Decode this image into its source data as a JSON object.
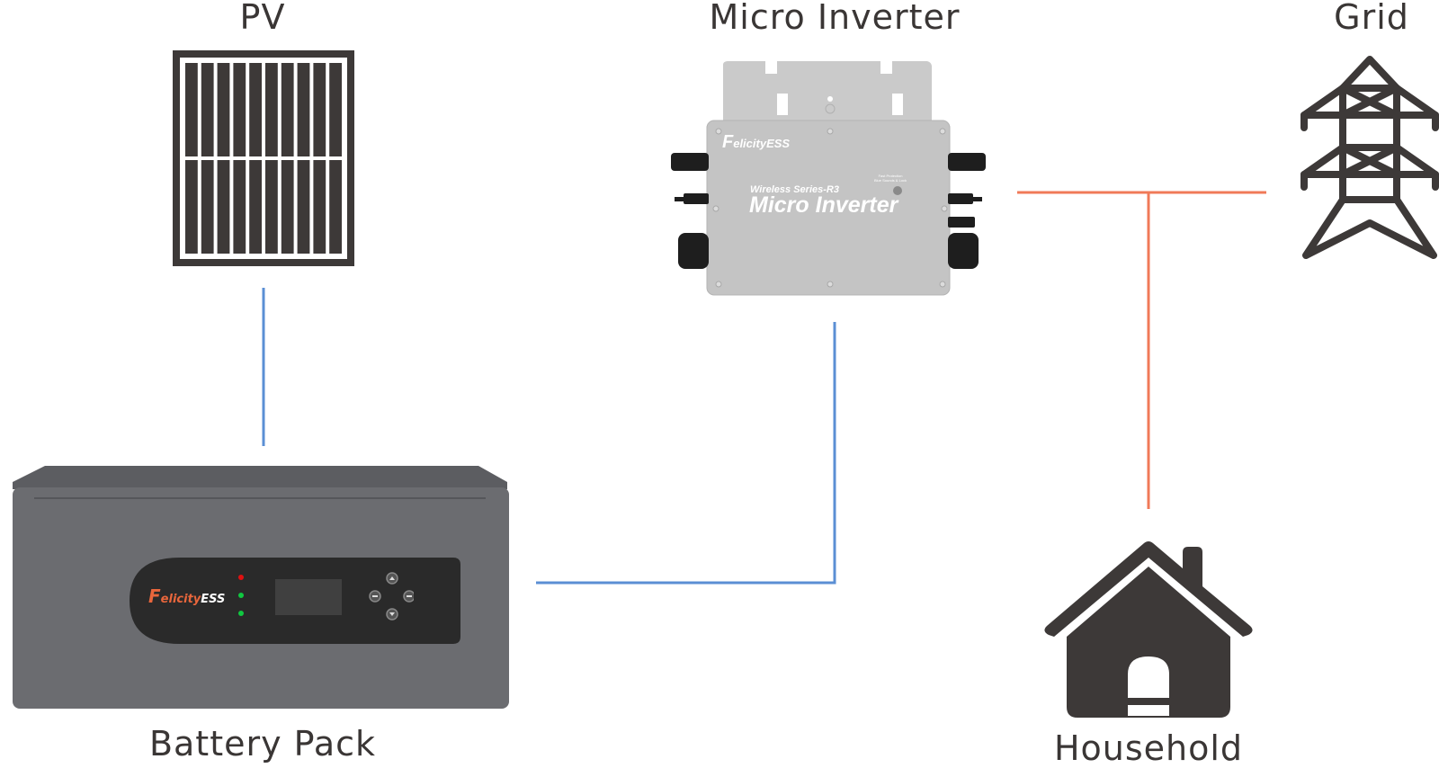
{
  "diagram": {
    "title_nodes": {
      "pv": "PV",
      "micro_inverter": "Micro Inverter",
      "grid": "Grid",
      "battery_pack": "Battery Pack",
      "household": "Household"
    },
    "micro_inverter_device": {
      "brand": "FelicityESS",
      "brand_initial": "F",
      "brand_rest": "elicityESS",
      "series": "Wireless Series-R3",
      "model": "Micro Inverter",
      "indicator_caption_line1": "Fast Protection",
      "indicator_caption_line2": "Blue Sounds & Lock"
    },
    "battery_device": {
      "brand_initial": "F",
      "brand_mid": "elicity",
      "brand_suffix": "ESS",
      "leds": [
        {
          "state": "red",
          "color": "#e01010"
        },
        {
          "state": "green",
          "color": "#10c840"
        },
        {
          "state": "green",
          "color": "#10c840"
        }
      ],
      "buttons": [
        "up",
        "left",
        "right",
        "down"
      ]
    },
    "connections": [
      {
        "from": "PV",
        "to": "Battery Pack",
        "type": "DC",
        "color": "#5b8fd4"
      },
      {
        "from": "Battery Pack",
        "to": "Micro Inverter",
        "type": "DC",
        "color": "#5b8fd4"
      },
      {
        "from": "Micro Inverter",
        "to": "Grid",
        "type": "AC",
        "color": "#f07a58"
      },
      {
        "from": "AC bus",
        "to": "Household",
        "type": "AC",
        "color": "#f07a58"
      }
    ],
    "colors": {
      "dc_line": "#5b8fd4",
      "ac_line": "#f07a58",
      "icon_dark": "#3d3938",
      "brand_orange": "#e8663c",
      "battery_body": "#6b6c70",
      "inverter_body": "#c8c8c8"
    }
  }
}
